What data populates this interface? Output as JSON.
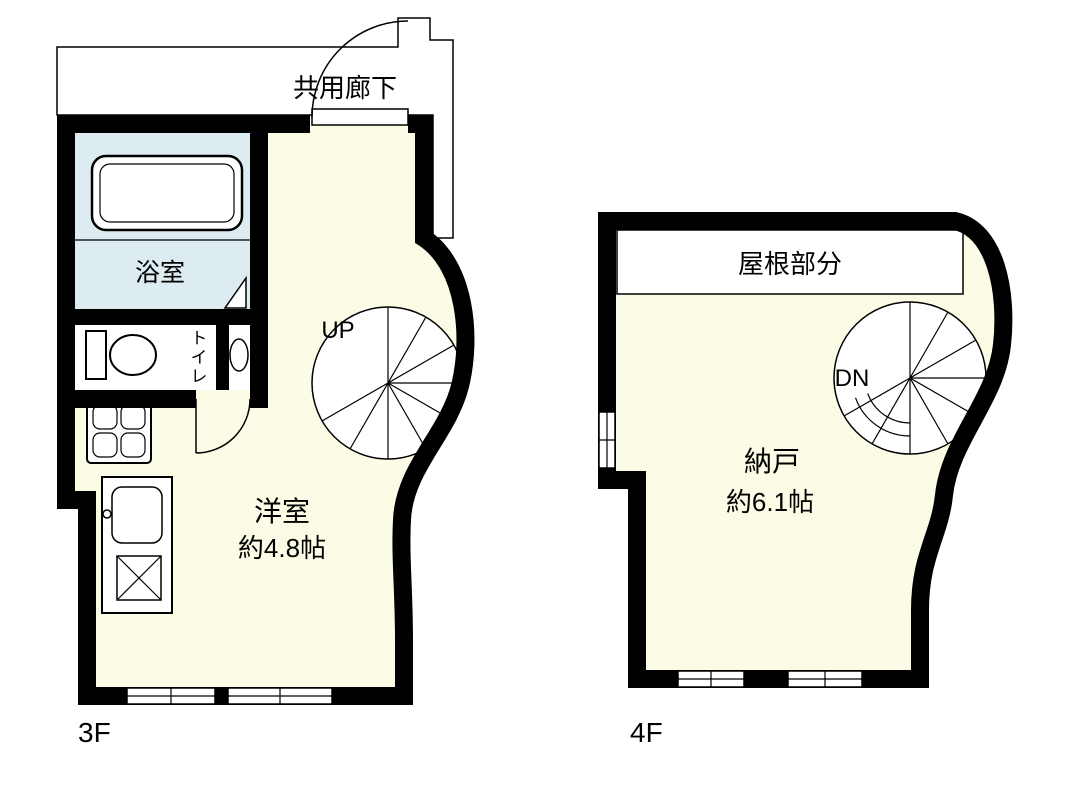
{
  "colors": {
    "wall": "#000000",
    "room_fill": "#fbfbe6",
    "bath_fill": "#dcecf0",
    "background": "#ffffff"
  },
  "floor3": {
    "floor_label": "3F",
    "corridor_label": "共用廊下",
    "bath_label": "浴室",
    "toilet_label": "トイレ",
    "stair_label": "UP",
    "room_label": "洋室",
    "room_area": "約4.8帖"
  },
  "floor4": {
    "floor_label": "4F",
    "roof_label": "屋根部分",
    "stair_label": "DN",
    "room_label": "納戸",
    "room_area": "約6.1帖"
  }
}
